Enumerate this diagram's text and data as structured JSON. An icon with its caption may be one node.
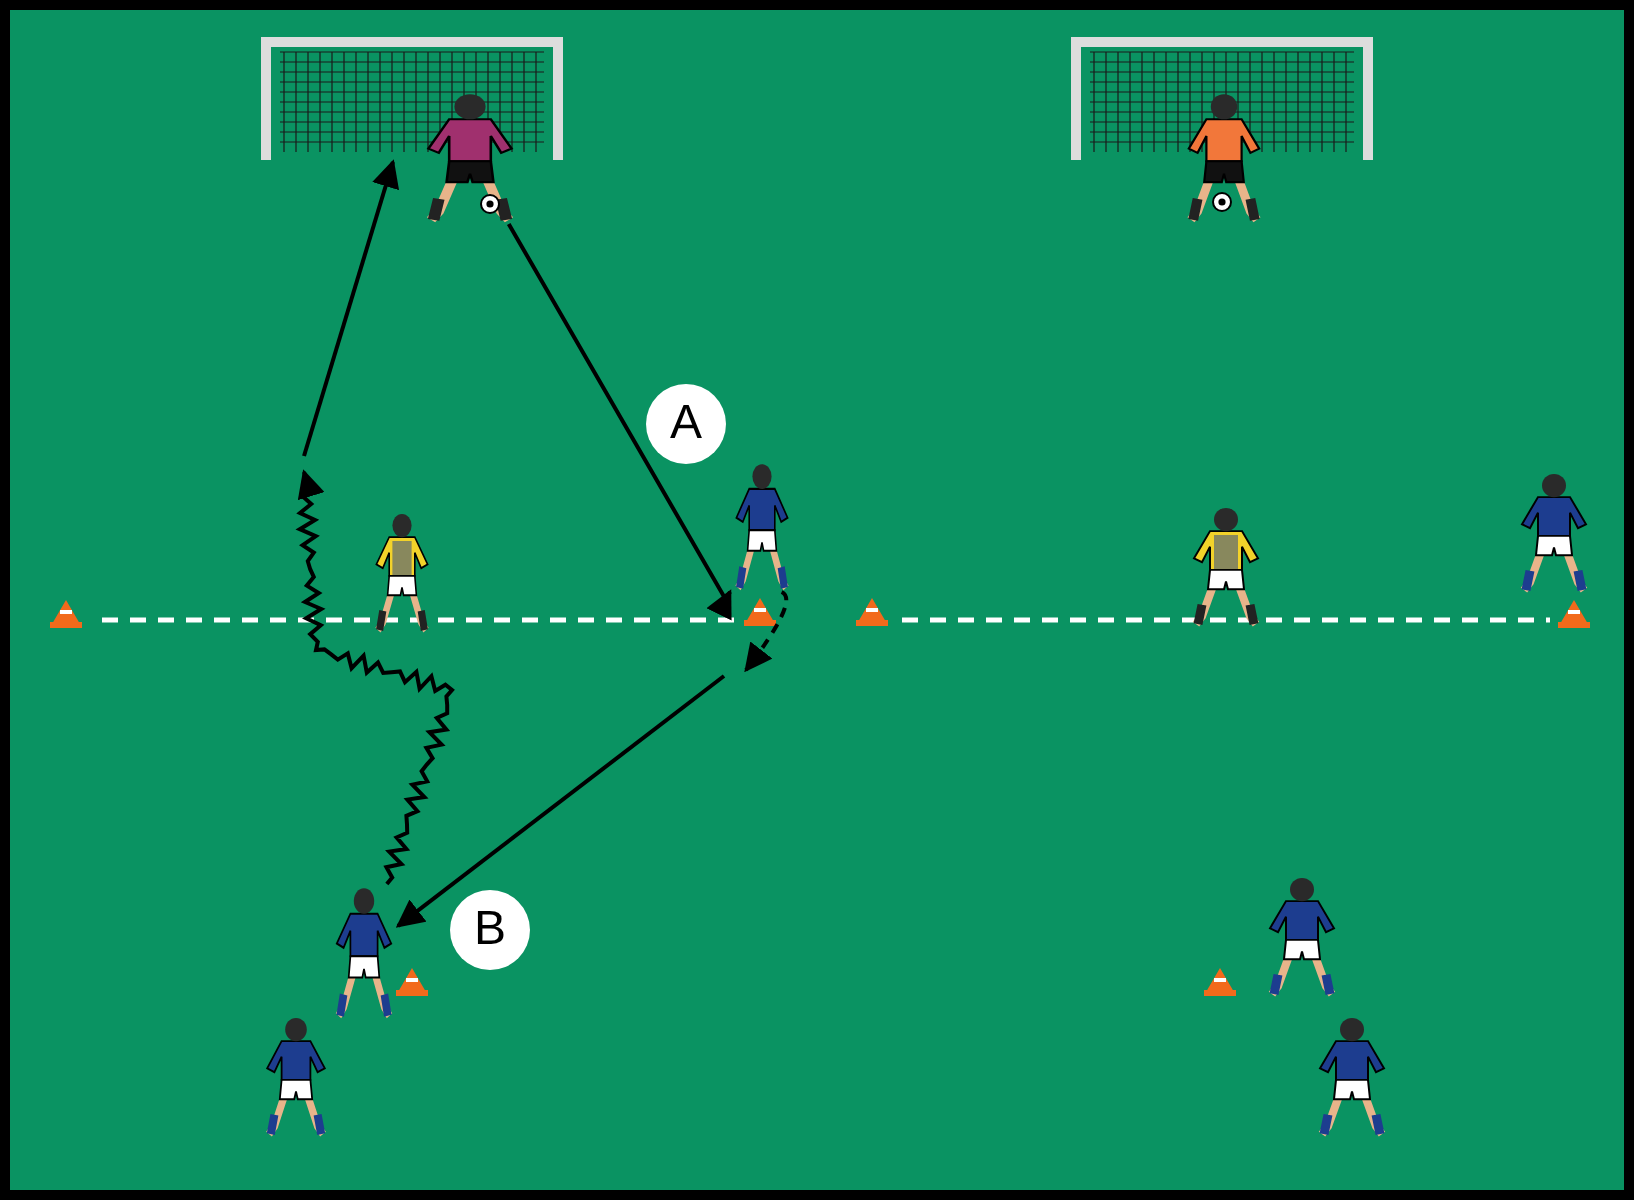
{
  "diagram": {
    "nodes": [
      {
        "text": [],
        "shape": "picture"
      },
      {
        "text": [],
        "shape": "person"
      },
      {
        "text": [],
        "shape": "picture"
      },
      {
        "text": [],
        "shape": "person"
      },
      {
        "text": [],
        "shape": "person"
      },
      {
        "text": [],
        "shape": "person"
      },
      {
        "text": [],
        "shape": "person"
      },
      {
        "text": [],
        "shape": "person"
      },
      {
        "text": [],
        "shape": "person"
      },
      {
        "text": [],
        "shape": "person"
      },
      {
        "text": [],
        "shape": "person"
      },
      {
        "text": [],
        "shape": "person"
      },
      {
        "text": [
          "A"
        ]
      },
      {
        "text": [
          "B"
        ]
      }
    ],
    "edges": [
      {
        "from": 1,
        "to": 4,
        "arrow": "to"
      },
      {
        "from": 4,
        "to": null,
        "arrow": "to",
        "style": "dashed"
      },
      {
        "from": null,
        "to": 6,
        "arrow": "to"
      },
      {
        "from": 6,
        "to": null,
        "arrow": "to"
      },
      {
        "from": null,
        "to": 0,
        "arrow": "to"
      }
    ]
  }
}
